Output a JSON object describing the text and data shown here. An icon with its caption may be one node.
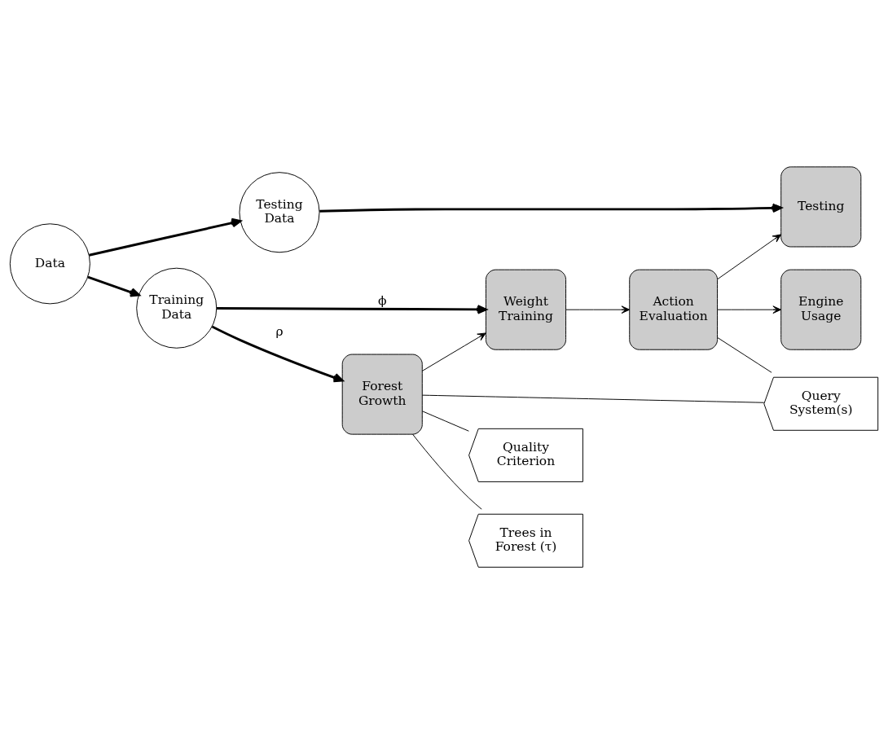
{
  "diagram": {
    "nodes": [
      {
        "text": [
          "Data"
        ]
      },
      {
        "text": [
          "Training Data"
        ]
      },
      {
        "text": [
          "Testing Data"
        ]
      },
      {
        "text": [
          "Forest Growth"
        ]
      },
      {
        "text": [
          "Weight Training"
        ]
      },
      {
        "text": [
          "Action Evaluation"
        ]
      },
      {
        "text": [
          "Testing"
        ]
      },
      {
        "text": [
          "Engine Usage"
        ]
      },
      {
        "text": [
          "Quality Criterion"
        ]
      },
      {
        "text": [
          "Trees in Forest (τ)"
        ]
      },
      {
        "text": [
          "Query System(s)"
        ]
      }
    ],
    "edges": [
      {
        "from": 0,
        "to": 1,
        "arrow": "to",
        "style": "thick"
      },
      {
        "from": 0,
        "to": 2,
        "arrow": "to",
        "style": "thick"
      },
      {
        "from": 1,
        "to": 3,
        "arrow": "to",
        "style": "thick",
        "label": "ρ"
      },
      {
        "from": 1,
        "to": 4,
        "arrow": "to",
        "style": "thick",
        "label": "ϕ"
      },
      {
        "from": 2,
        "to": 6,
        "arrow": "to",
        "style": "thick"
      },
      {
        "from": 3,
        "to": 4,
        "arrow": "to"
      },
      {
        "from": 4,
        "to": 5,
        "arrow": "to"
      },
      {
        "from": 5,
        "to": 6,
        "arrow": "to"
      },
      {
        "from": 5,
        "to": 7,
        "arrow": "to"
      },
      {
        "from": 3,
        "to": 8,
        "arrow": "none"
      },
      {
        "from": 3,
        "to": 9,
        "arrow": "none"
      },
      {
        "from": 3,
        "to": 10,
        "arrow": "none"
      },
      {
        "from": 5,
        "to": 10,
        "arrow": "none"
      }
    ]
  }
}
